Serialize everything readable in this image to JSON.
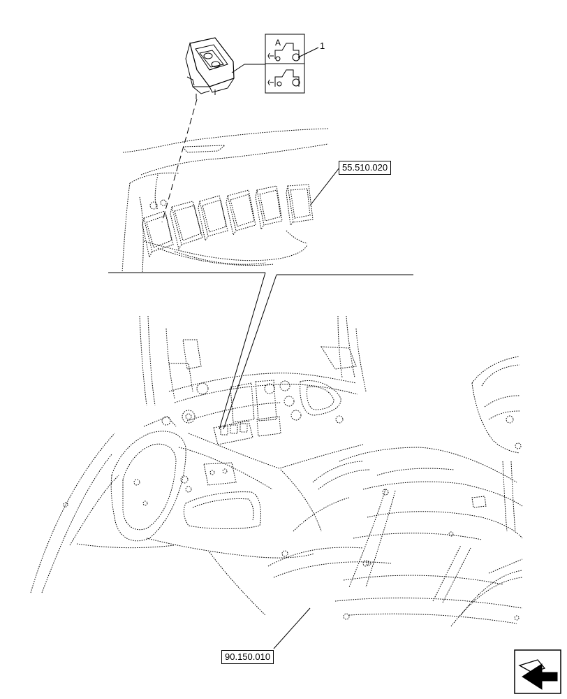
{
  "callouts": {
    "item_1": "1",
    "ref_upper": "55.510.020",
    "ref_lower": "90.150.010"
  },
  "symbol_panel": {
    "top_letter": "A"
  },
  "icons": {
    "nav": "next-page-arrow-icon"
  }
}
